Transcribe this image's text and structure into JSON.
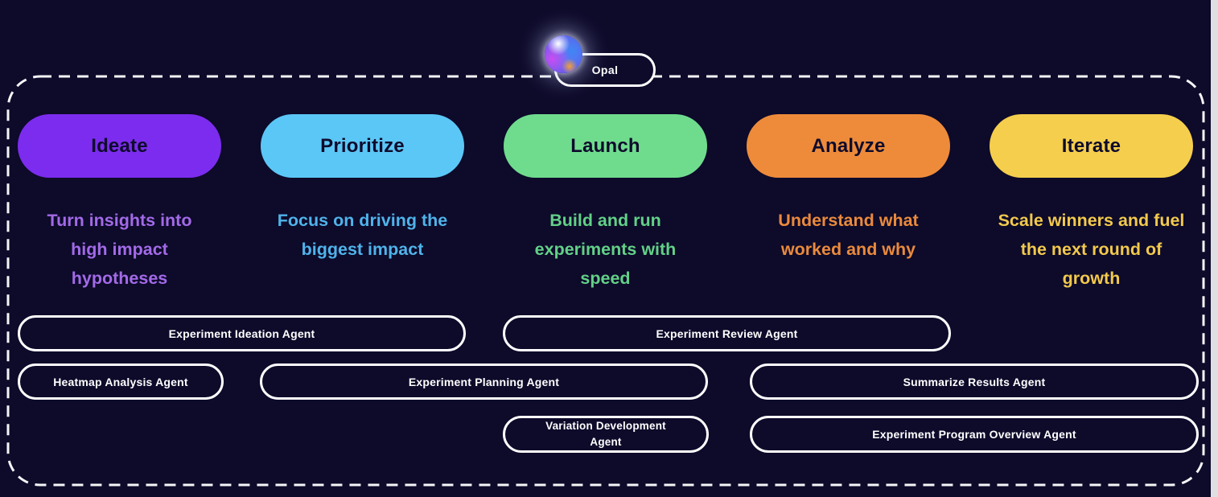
{
  "badge": {
    "label": "Opal",
    "icon": "opal-sphere-icon"
  },
  "colors": {
    "background": "#0d0a2a",
    "container_border": "#f5f5f7",
    "pill_label_text": "#0e0b2c",
    "agent_pill_border": "#ffffff",
    "agent_pill_text": "#ffffff"
  },
  "stages": [
    {
      "label": "Ideate",
      "description": "Turn insights into high impact hypotheses",
      "pill_color": "#7c2cee",
      "text_color": "#a36ae8"
    },
    {
      "label": "Prioritize",
      "description": "Focus on driving the biggest impact",
      "pill_color": "#5bc7f6",
      "text_color": "#4fb3ea"
    },
    {
      "label": "Launch",
      "description": "Build and run experiments with speed",
      "pill_color": "#6fdc8d",
      "text_color": "#62d187"
    },
    {
      "label": "Analyze",
      "description": "Understand what worked and why",
      "pill_color": "#ee8b3a",
      "text_color": "#ea8a3c"
    },
    {
      "label": "Iterate",
      "description": "Scale winners and fuel the next round of growth",
      "pill_color": "#f5ce4d",
      "text_color": "#f2c94c"
    }
  ],
  "agents": [
    {
      "label": "Experiment Ideation Agent"
    },
    {
      "label": "Experiment Review Agent"
    },
    {
      "label": "Heatmap Analysis Agent"
    },
    {
      "label": "Experiment Planning Agent"
    },
    {
      "label": "Summarize Results Agent"
    },
    {
      "label": "Variation Development Agent"
    },
    {
      "label": "Experiment Program Overview Agent"
    }
  ]
}
